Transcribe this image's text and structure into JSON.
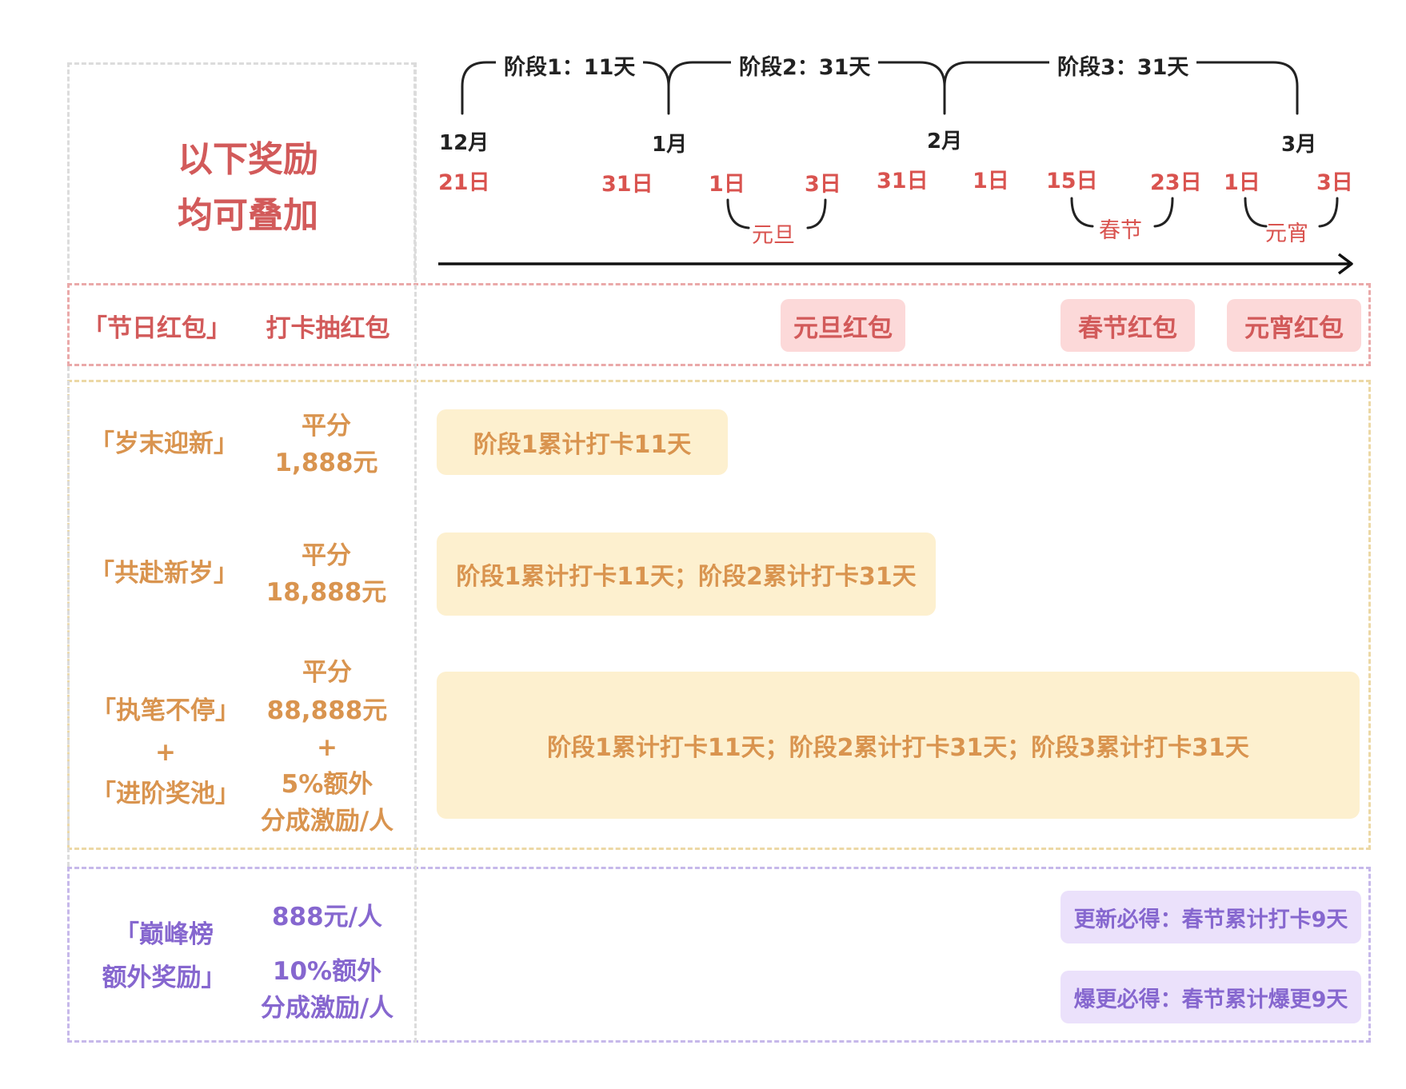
{
  "header": {
    "title_line1": "以下奖励",
    "title_line2": "均可叠加"
  },
  "timeline": {
    "stages": [
      "阶段1：11天",
      "阶段2：31天",
      "阶段3：31天"
    ],
    "months": [
      "12月",
      "1月",
      "2月",
      "3月"
    ],
    "days": [
      "21日",
      "31日",
      "1日",
      "3日",
      "31日",
      "1日",
      "15日",
      "23日",
      "1日",
      "3日"
    ],
    "festivals": [
      "元旦",
      "春节",
      "元宵"
    ]
  },
  "rows": {
    "holiday": {
      "name": "「节日红包」",
      "reward": "打卡抽红包",
      "pills": [
        "元旦红包",
        "春节红包",
        "元宵红包"
      ]
    },
    "year_end": {
      "name": "「岁末迎新」",
      "reward_line1": "平分",
      "reward_line2": "1,888元",
      "bar": "阶段1累计打卡11天"
    },
    "new_year": {
      "name": "「共赴新岁」",
      "reward_line1": "平分",
      "reward_line2": "18,888元",
      "bar": "阶段1累计打卡11天；阶段2累计打卡31天"
    },
    "nonstop": {
      "name_line1": "「执笔不停」",
      "name_plus": "+",
      "name_line2": "「进阶奖池」",
      "reward_line1": "平分",
      "reward_line2": "88,888元",
      "reward_plus": "+",
      "reward_line3": "5%额外",
      "reward_line4": "分成激励/人",
      "bar": "阶段1累计打卡11天；阶段2累计打卡31天；阶段3累计打卡31天"
    },
    "peak": {
      "name_line1": "「巅峰榜",
      "name_line2": "额外奖励」",
      "reward_line1": "888元/人",
      "reward_line2": "10%额外",
      "reward_line3": "分成激励/人",
      "pill1": "更新必得：春节累计打卡9天",
      "pill2": "爆更必得：春节累计爆更9天"
    }
  },
  "colors": {
    "pink": "#d25a5a",
    "orange": "#d9944f",
    "purple": "#8667cf",
    "pink_bg": "#fcd9d9",
    "yellow_bg": "#fdf0cf",
    "purple_bg": "#ebe1fb"
  }
}
